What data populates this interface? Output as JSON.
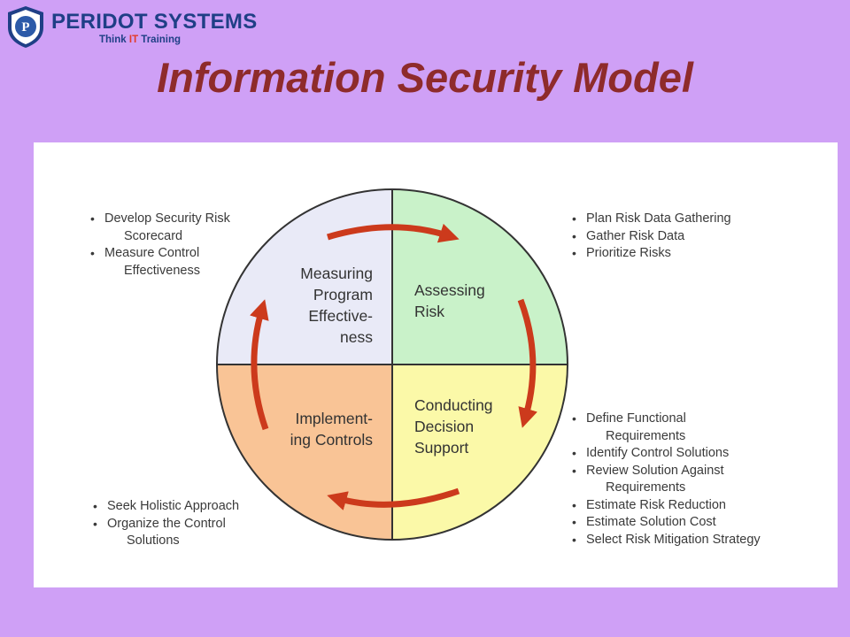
{
  "brand": {
    "name": "PERIDOT SYSTEMS",
    "tagline_prefix": "Think ",
    "tagline_highlight": "IT",
    "tagline_suffix": " Training",
    "logo_letter": "P"
  },
  "title": "Information Security Model",
  "colors": {
    "background": "#cfa0f6",
    "title": "#8e2b2b",
    "brand": "#1f3f86",
    "arrow": "#cc3a1c",
    "q_measuring": "#e9eaf7",
    "q_assessing": "#c9f2c9",
    "q_conducting": "#fbf9a8",
    "q_implementing": "#f9c496"
  },
  "quadrants": {
    "measuring": "Measuring\nProgram\nEffective-\nness",
    "assessing": "Assessing\nRisk",
    "conducting": "Conducting\nDecision\nSupport",
    "implementing": "Implement-\ning Controls"
  },
  "lists": {
    "top_left": [
      {
        "line1": "Develop Security Risk",
        "line2": "Scorecard"
      },
      {
        "line1": "Measure Control",
        "line2": "Effectiveness"
      }
    ],
    "top_right": [
      {
        "line1": "Plan Risk Data Gathering",
        "line2": ""
      },
      {
        "line1": "Gather Risk Data",
        "line2": ""
      },
      {
        "line1": "Prioritize Risks",
        "line2": ""
      }
    ],
    "bottom_right": [
      {
        "line1": "Define Functional",
        "line2": "Requirements"
      },
      {
        "line1": "Identify Control Solutions",
        "line2": ""
      },
      {
        "line1": "Review Solution Against",
        "line2": "Requirements"
      },
      {
        "line1": "Estimate Risk Reduction",
        "line2": ""
      },
      {
        "line1": "Estimate Solution Cost",
        "line2": ""
      },
      {
        "line1": "Select Risk Mitigation Strategy",
        "line2": ""
      }
    ],
    "bottom_left": [
      {
        "line1": "Seek Holistic Approach",
        "line2": ""
      },
      {
        "line1": "Organize the Control",
        "line2": "Solutions"
      }
    ]
  }
}
